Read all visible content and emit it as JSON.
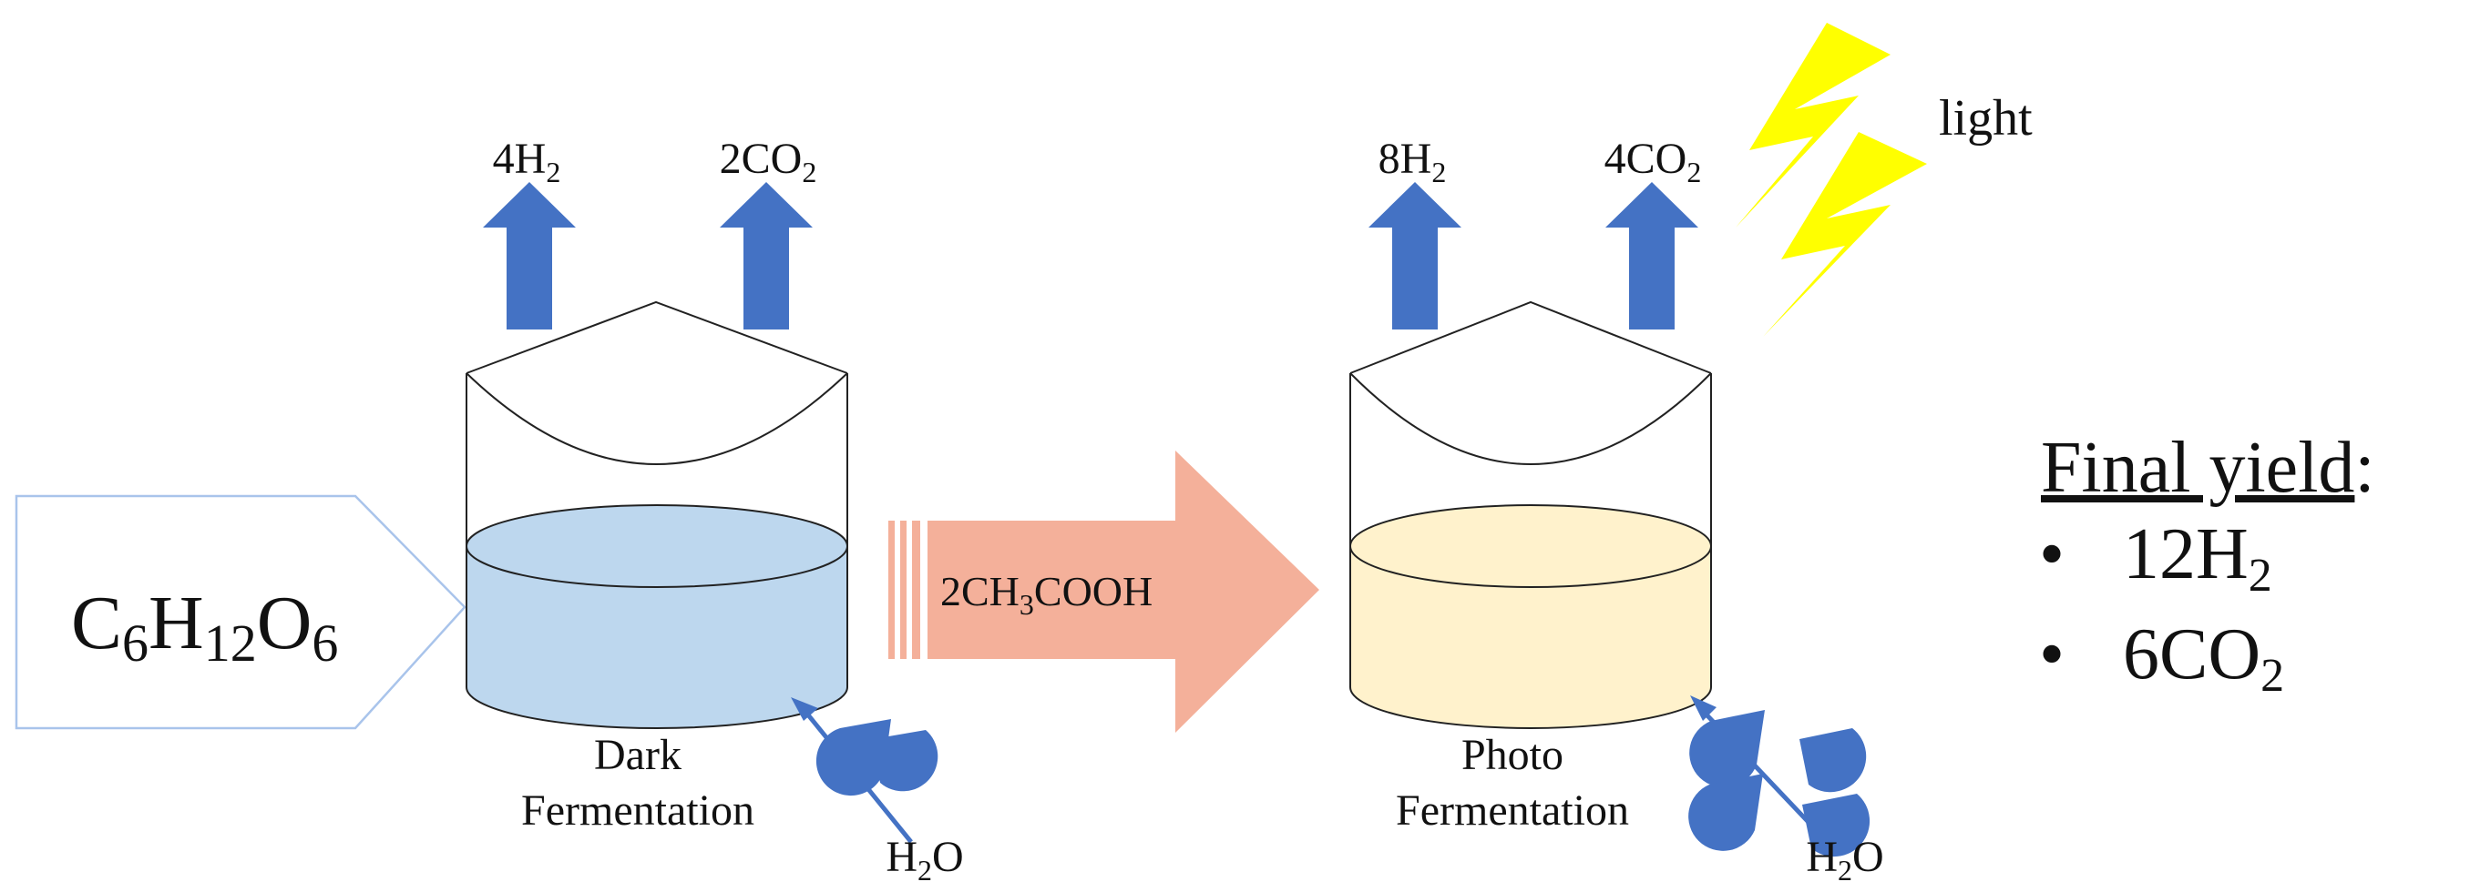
{
  "input": {
    "formula": {
      "C": "C",
      "c_sub": "6",
      "H": "H",
      "h_sub": "12",
      "O": "O",
      "o_sub": "6"
    }
  },
  "dark_reactor": {
    "label_line1": "Dark",
    "label_line2": "Fermentation",
    "liquid_color": "#bdd7ee",
    "gas_left": {
      "coef": "4H",
      "sub": "2"
    },
    "gas_right": {
      "coef": "2CO",
      "sub": "2"
    },
    "water": {
      "main": "H",
      "sub": "2",
      "tail": "O"
    }
  },
  "intermediate": {
    "p1": "2CH",
    "s1": "3",
    "p2": "COOH",
    "arrow_color": "#f4b09a"
  },
  "photo_reactor": {
    "label_line1": "Photo",
    "label_line2": "Fermentation",
    "liquid_color": "#fff2cc",
    "gas_left": {
      "coef": "8H",
      "sub": "2"
    },
    "gas_right": {
      "coef": "4CO",
      "sub": "2"
    },
    "water": {
      "main": "H",
      "sub": "2",
      "tail": "O"
    }
  },
  "light": {
    "label": "light",
    "bolt_color": "#ffff00"
  },
  "final_yield": {
    "heading": "Final yield",
    "colon": ":",
    "bullet": "•",
    "items": [
      {
        "main": "12H",
        "sub": "2"
      },
      {
        "main": "6CO",
        "sub": "2"
      }
    ]
  },
  "colors": {
    "gas_arrow": "#4472c4",
    "droplet": "#4472c4",
    "outline": "#a9c4eb"
  }
}
